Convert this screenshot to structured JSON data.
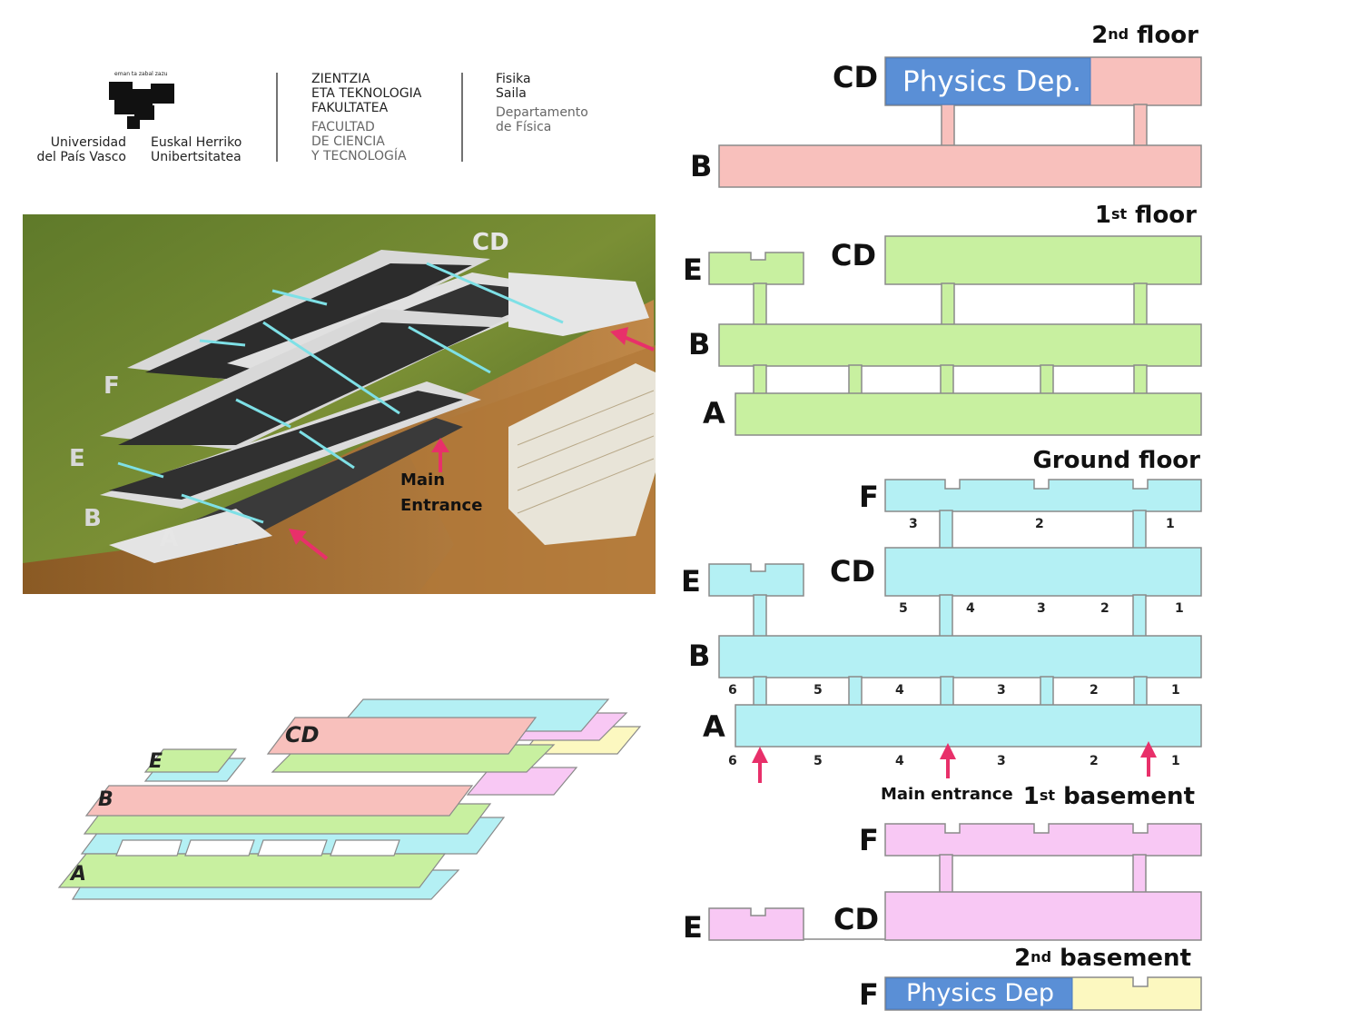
{
  "header": {
    "motto": "eman ta zabal zazu",
    "university_es": "Universidad\ndel País Vasco",
    "university_eu": "Euskal Herriko\nUnibertsitatea",
    "faculty_eu": "ZIENTZIA\nETA TEKNOLOGIA\nFAKULTATEA",
    "faculty_es": "FACULTAD\nDE CIENCIA\nY TECNOLOGÍA",
    "dept_eu": "Fisika\nSaila",
    "dept_es": "Departamento\nde Física"
  },
  "photo": {
    "block_labels": [
      "CD",
      "F",
      "E",
      "B",
      "A"
    ],
    "entrance_label": "Main\nEntrance"
  },
  "iso_labels": [
    "CD",
    "E",
    "B",
    "A"
  ],
  "floors": {
    "second": {
      "title_num": "2",
      "title_sup": "nd",
      "title_rest": " floor",
      "blocks": [
        "CD",
        "B"
      ],
      "physics_label": "Physics Dep."
    },
    "first": {
      "title_num": "1",
      "title_sup": "st",
      "title_rest": " floor",
      "blocks": [
        "E",
        "CD",
        "B",
        "A"
      ]
    },
    "ground": {
      "title": "Ground floor",
      "blocks": [
        "F",
        "CD",
        "E",
        "B",
        "A"
      ],
      "f_numbers": [
        "3",
        "2",
        "1"
      ],
      "cd_numbers": [
        "5",
        "4",
        "3",
        "2",
        "1"
      ],
      "a_numbers_top": [
        "6",
        "5",
        "4",
        "3",
        "2",
        "1"
      ],
      "a_numbers_bottom": [
        "6",
        "5",
        "4",
        "3",
        "2",
        "1"
      ],
      "entrance_label": "Main entrance"
    },
    "basement1": {
      "title_num": "1",
      "title_sup": "st",
      "title_rest": " basement",
      "blocks": [
        "F",
        "E",
        "CD"
      ]
    },
    "basement2": {
      "title_num": "2",
      "title_sup": "nd",
      "title_rest": " basement",
      "blocks": [
        "F"
      ],
      "physics_label": "Physics Dep"
    }
  },
  "colors": {
    "second_floor": "#f8c0bc",
    "first_floor": "#c8f0a0",
    "ground_floor": "#b4f0f4",
    "basement1": "#f8c8f4",
    "basement2": "#fcf8c0",
    "physics": "#5a8fd6",
    "arrow": "#e8306a",
    "outline": "#8a8a8a"
  }
}
